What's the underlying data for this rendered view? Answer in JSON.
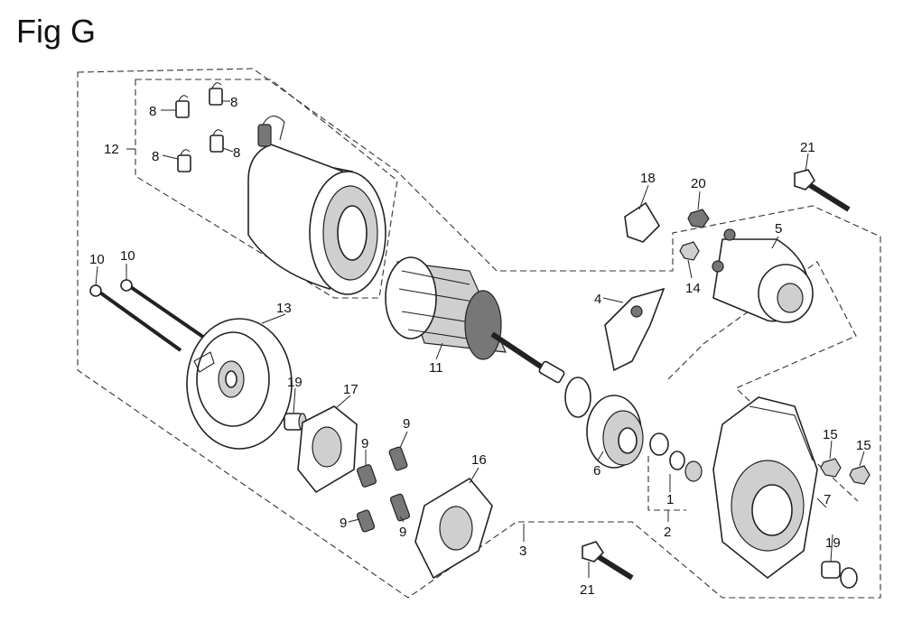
{
  "title": "Fig G",
  "callouts": [
    {
      "id": "c-8a",
      "text": "8"
    },
    {
      "id": "c-8b",
      "text": "8"
    },
    {
      "id": "c-8c",
      "text": "8"
    },
    {
      "id": "c-8d",
      "text": "8"
    },
    {
      "id": "c-12",
      "text": "12"
    },
    {
      "id": "c-10a",
      "text": "10"
    },
    {
      "id": "c-10b",
      "text": "10"
    },
    {
      "id": "c-13",
      "text": "13"
    },
    {
      "id": "c-19a",
      "text": "19"
    },
    {
      "id": "c-17",
      "text": "17"
    },
    {
      "id": "c-9a",
      "text": "9"
    },
    {
      "id": "c-9b",
      "text": "9"
    },
    {
      "id": "c-9c",
      "text": "9"
    },
    {
      "id": "c-9d",
      "text": "9"
    },
    {
      "id": "c-11",
      "text": "11"
    },
    {
      "id": "c-16",
      "text": "16"
    },
    {
      "id": "c-3",
      "text": "3"
    },
    {
      "id": "c-4",
      "text": "4"
    },
    {
      "id": "c-6",
      "text": "6"
    },
    {
      "id": "c-1",
      "text": "1"
    },
    {
      "id": "c-2",
      "text": "2"
    },
    {
      "id": "c-18",
      "text": "18"
    },
    {
      "id": "c-20",
      "text": "20"
    },
    {
      "id": "c-14",
      "text": "14"
    },
    {
      "id": "c-21a",
      "text": "21"
    },
    {
      "id": "c-5",
      "text": "5"
    },
    {
      "id": "c-15a",
      "text": "15"
    },
    {
      "id": "c-15b",
      "text": "15"
    },
    {
      "id": "c-7",
      "text": "7"
    },
    {
      "id": "c-19b",
      "text": "19"
    },
    {
      "id": "c-21b",
      "text": "21"
    }
  ]
}
